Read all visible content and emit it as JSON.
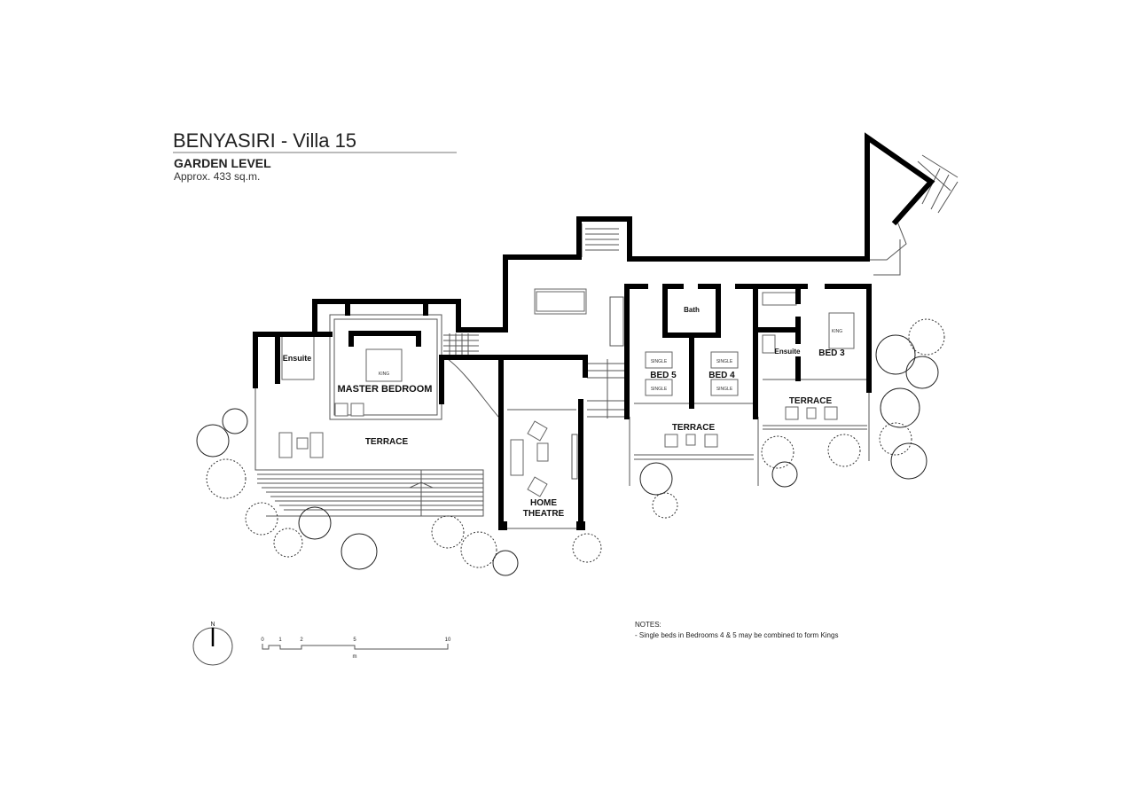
{
  "title": "BENYASIRI - Villa 15",
  "subtitle": "GARDEN LEVEL",
  "area": "Approx. 433 sq.m.",
  "rooms": {
    "ensuite_master": "Ensuite",
    "master_bedroom": "MASTER BEDROOM",
    "terrace_master": "TERRACE",
    "home_theatre_1": "HOME",
    "home_theatre_2": "THEATRE",
    "bath": "Bath",
    "bed5": "BED 5",
    "bed4": "BED 4",
    "ensuite_bed3": "Ensuite",
    "bed3": "BED 3",
    "terrace_bed45": "TERRACE",
    "terrace_bed3": "TERRACE"
  },
  "bed_labels": {
    "king_master": "KING",
    "single_1": "SINGLE",
    "single_2": "SINGLE",
    "single_3": "SINGLE",
    "single_4": "SINGLE",
    "king_bed3": "KING"
  },
  "compass": {
    "label": "N"
  },
  "scale": {
    "ticks": [
      "0",
      "1",
      "2",
      "5",
      "10"
    ],
    "unit": "m"
  },
  "notes": {
    "heading": "NOTES:",
    "items": [
      "- Single beds in Bedrooms 4 & 5 may be combined to form Kings"
    ]
  }
}
